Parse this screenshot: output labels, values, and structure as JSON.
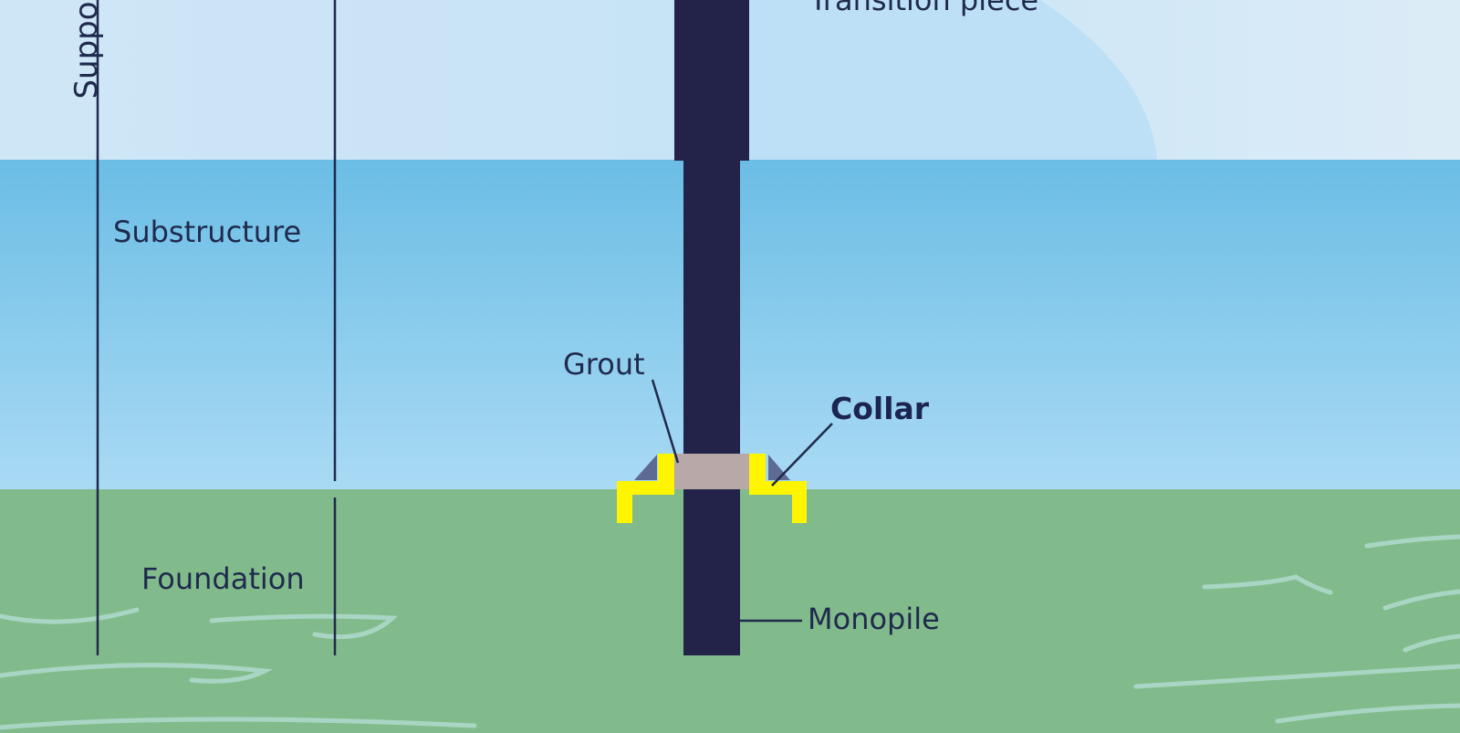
{
  "diagram": {
    "labels": {
      "support_structure": "Suppor",
      "transition_piece": "Transition piece",
      "substructure": "Substructure",
      "foundation": "Foundation",
      "grout": "Grout",
      "collar": "Collar",
      "monopile": "Monopile"
    },
    "colors": {
      "sky": "#cfe6f6",
      "sky_glow": "#bde0f7",
      "water_top": "#6bbde5",
      "water_bottom": "#a9daf4",
      "seabed": "#82bb8b",
      "seabed_wave": "#a9d6c4",
      "pile": "#23234a",
      "collar": "#fff500",
      "grout": "#5d6b94",
      "grout_fill": "#b8a8a8",
      "line": "#1f2a4d"
    },
    "icons": [
      "monopile-shape",
      "collar-shape",
      "grout-shape",
      "dimension-line"
    ]
  }
}
